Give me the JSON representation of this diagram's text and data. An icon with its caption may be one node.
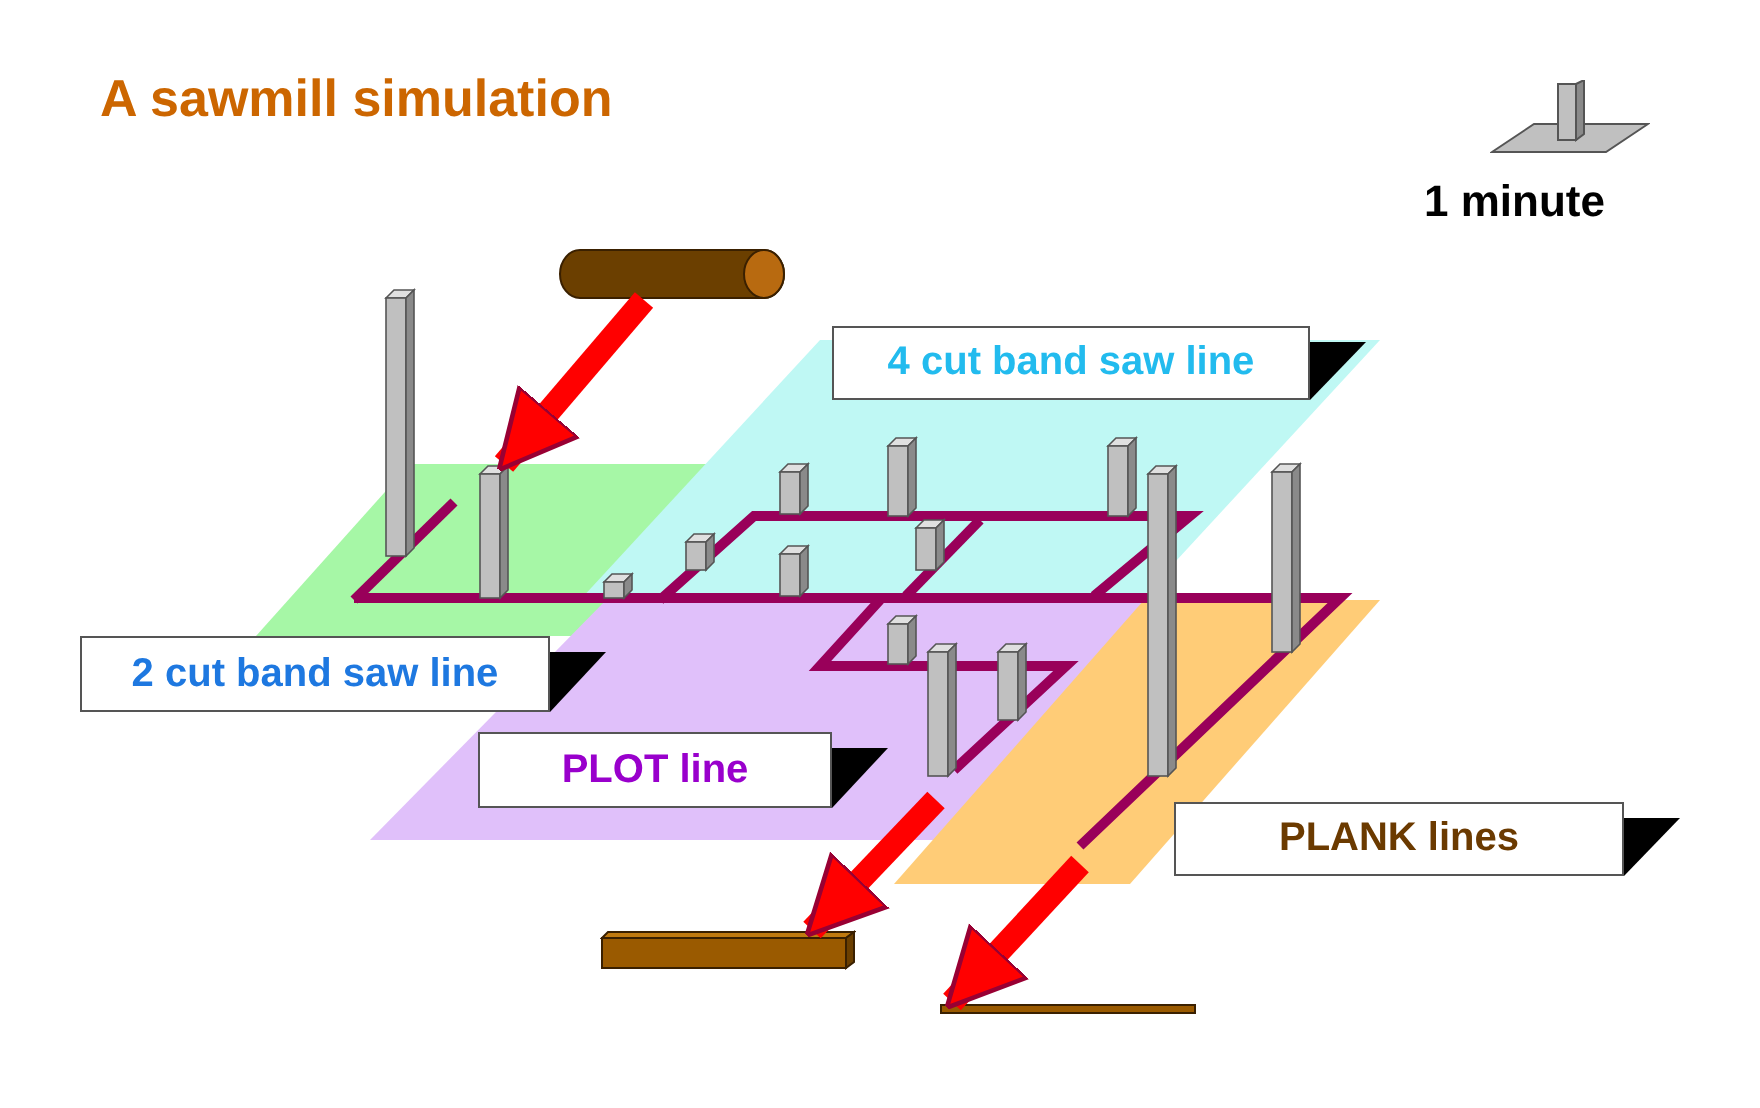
{
  "diagram": {
    "title": "A sawmill simulation",
    "nodes": [
      {
        "text": [],
        "shape": "cylinder"
      },
      {
        "text": [
          "4 cut band saw line"
        ]
      },
      {
        "text": [
          "2 cut band saw line"
        ]
      },
      {
        "text": [
          "PLOT line"
        ]
      },
      {
        "text": [
          "PLANK lines"
        ]
      },
      {
        "text": [],
        "shape": "bar"
      },
      {
        "text": [],
        "shape": "bar"
      }
    ],
    "edges": [
      {
        "from": 0,
        "to": 2,
        "arrow": "to"
      },
      {
        "from": 3,
        "to": 5,
        "arrow": "to"
      },
      {
        "from": 4,
        "to": 6,
        "arrow": "to"
      }
    ],
    "legend": [
      {
        "text": "1 minute"
      }
    ]
  }
}
